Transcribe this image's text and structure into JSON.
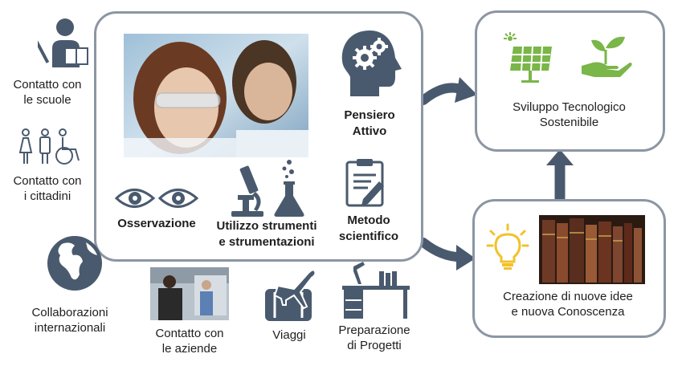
{
  "outer_labels": {
    "schools": [
      "Contatto con",
      "le scuole"
    ],
    "citizens": [
      "Contatto con",
      "i cittadini"
    ],
    "international": [
      "Collaborazioni",
      "internazionali"
    ],
    "companies": [
      "Contatto con",
      "le aziende"
    ],
    "travel": "Viaggi",
    "projects": [
      "Preparazione",
      "di Progetti"
    ]
  },
  "center": {
    "thinking": [
      "Pensiero",
      "Attivo"
    ],
    "observation": "Osservazione",
    "tools": [
      "Utilizzo strumenti",
      "e  strumentazioni"
    ],
    "method": [
      "Metodo",
      "scientifico"
    ]
  },
  "right": {
    "sustainable": [
      "Sviluppo Tecnologico",
      "Sostenibile"
    ],
    "knowledge": [
      "Creazione di nuove idee",
      "e nuova Conoscenza"
    ]
  },
  "colors": {
    "icon": "#4a5a6e",
    "border": "#8c96a3",
    "arrow": "#4a5a6e",
    "green": "#7ab648",
    "bulb": "#f2c22b"
  },
  "icons": [
    "teacher-icon",
    "people-icon",
    "globe-icon",
    "airplane-icon",
    "desk-icon",
    "head-gears-icon",
    "eyes-icon",
    "microscope-icon",
    "flask-icon",
    "clipboard-icon",
    "solar-panel-icon",
    "plant-hand-icon",
    "lightbulb-icon"
  ]
}
